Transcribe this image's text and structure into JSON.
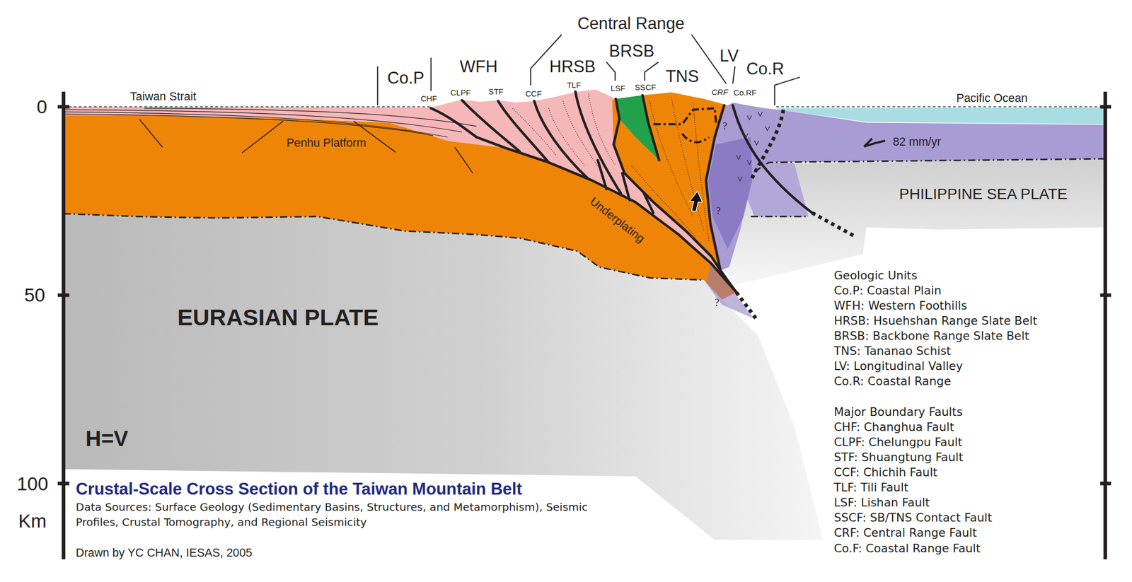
{
  "diagram": {
    "title": "Crustal-Scale Cross Section of the Taiwan Mountain Belt",
    "caption": "Data Sources: Surface Geology (Sedimentary Basins, Structures, and Metamorphism), Seismic Profiles, Crustal Tomography, and Regional Seismicity",
    "labels": [
      "0",
      "50",
      "100",
      "Km",
      "Central Range",
      "Co.P",
      "WFH",
      "HRSB",
      "BRSB",
      "TNS",
      "LV",
      "Co.R",
      "CHF",
      "CLPF",
      "STF",
      "CCF",
      "TLF",
      "LSF",
      "SSCF",
      "CRF",
      "Co.RF",
      "Taiwan Strait",
      "Pacific Ocean",
      "Penhu Platform",
      "82 mm/yr",
      "PHILIPPINE SEA PLATE",
      "Underplating",
      "EURASIAN PLATE",
      "H=V",
      "?",
      "?",
      "?",
      "Geologic Units",
      "Co.P: Coastal Plain",
      "WFH: Western Foothills",
      "HRSB: Hsuehshan Range Slate Belt",
      "BRSB: Backbone Range Slate Belt",
      "TNS: Tananao Schist",
      "LV: Longitudinal Valley",
      "Co.R: Coastal Range",
      "Major Boundary Faults",
      "CHF: Changhua Fault",
      "CLPF: Chelungpu Fault",
      "STF: Shuangtung Fault",
      "CCF: Chichih Fault",
      "TLF: Tili Fault",
      "LSF: Lishan Fault",
      "SSCF: SB/TNS Contact Fault",
      "CRF: Central Range Fault",
      "Co.F: Coastal Range Fault",
      "Drawn by YC CHAN, IESAS, 2005"
    ]
  }
}
